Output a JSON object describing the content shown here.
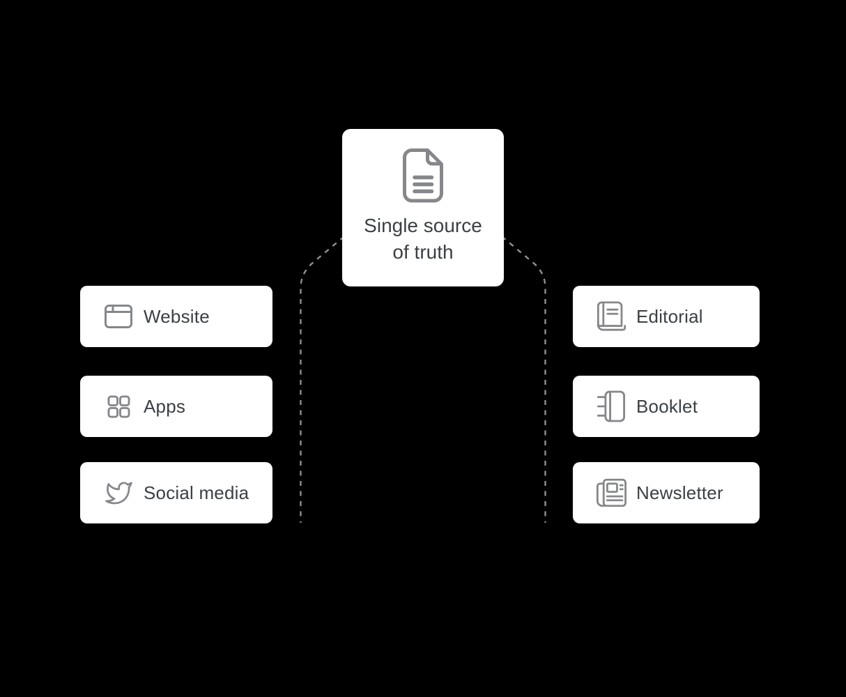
{
  "diagram": {
    "center": {
      "label": "Single source of truth",
      "icon": "document-icon"
    },
    "left_nodes": [
      {
        "label": "Website",
        "icon": "browser-window-icon"
      },
      {
        "label": "Apps",
        "icon": "apps-grid-icon"
      },
      {
        "label": "Social media",
        "icon": "twitter-bird-icon"
      }
    ],
    "right_nodes": [
      {
        "label": "Editorial",
        "icon": "book-icon"
      },
      {
        "label": "Booklet",
        "icon": "spiral-notebook-icon"
      },
      {
        "label": "Newsletter",
        "icon": "newspaper-icon"
      }
    ],
    "connectors": [
      {
        "from": "single-source-of-truth",
        "to": "left-column",
        "style": "dashed"
      },
      {
        "from": "single-source-of-truth",
        "to": "right-column",
        "style": "dashed"
      }
    ],
    "colors": {
      "background": "#000000",
      "card": "#ffffff",
      "text": "#3c4043",
      "icon": "#85878a",
      "connector": "#8e9092"
    }
  }
}
